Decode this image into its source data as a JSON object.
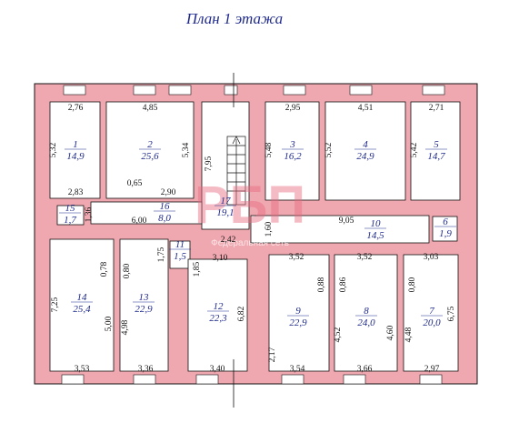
{
  "title": "План 1 этажа",
  "colors": {
    "wall": "#f0a8b0",
    "room": "#ffffff",
    "text": "#1f2a8c",
    "line": "#111111"
  },
  "watermark": {
    "logo": "РБП",
    "caption": "Федеральная сеть"
  },
  "rooms": [
    {
      "id": "room-1",
      "number": "1",
      "area": "14,9"
    },
    {
      "id": "room-2",
      "number": "2",
      "area": "25,6"
    },
    {
      "id": "room-3",
      "number": "3",
      "area": "16,2"
    },
    {
      "id": "room-4",
      "number": "4",
      "area": "24,9"
    },
    {
      "id": "room-5",
      "number": "5",
      "area": "14,7"
    },
    {
      "id": "room-6",
      "number": "6",
      "area": "1,9"
    },
    {
      "id": "room-7",
      "number": "7",
      "area": "20,0"
    },
    {
      "id": "room-8",
      "number": "8",
      "area": "24,0"
    },
    {
      "id": "room-9",
      "number": "9",
      "area": "22,9"
    },
    {
      "id": "room-10",
      "number": "10",
      "area": "14,5"
    },
    {
      "id": "room-11",
      "number": "11",
      "area": "1,5"
    },
    {
      "id": "room-12",
      "number": "12",
      "area": "22,3"
    },
    {
      "id": "room-13",
      "number": "13",
      "area": "22,9"
    },
    {
      "id": "room-14",
      "number": "14",
      "area": "25,4"
    },
    {
      "id": "room-15",
      "number": "15",
      "area": "1,7"
    },
    {
      "id": "room-16",
      "number": "16",
      "area": "8,0"
    },
    {
      "id": "room-17",
      "number": "17",
      "area": "19,1"
    }
  ],
  "dimensions": [
    "2,76",
    "4,85",
    "2,95",
    "4,51",
    "2,71",
    "5,32",
    "5,34",
    "5,48",
    "5,52",
    "5,42",
    "7,95",
    "2,83",
    "0,65",
    "2,90",
    "1,36",
    "6,00",
    "9,05",
    "1,60",
    "2,42",
    "3,10",
    "3,52",
    "3,52",
    "3,03",
    "1,75",
    "1,85",
    "0,78",
    "0,80",
    "7,25",
    "5,00",
    "4,98",
    "6,82",
    "0,88",
    "0,86",
    "0,80",
    "2,17",
    "4,52",
    "4,60",
    "4,48",
    "6,75",
    "3,53",
    "3,36",
    "3,40",
    "3,54",
    "3,66",
    "2,97"
  ]
}
